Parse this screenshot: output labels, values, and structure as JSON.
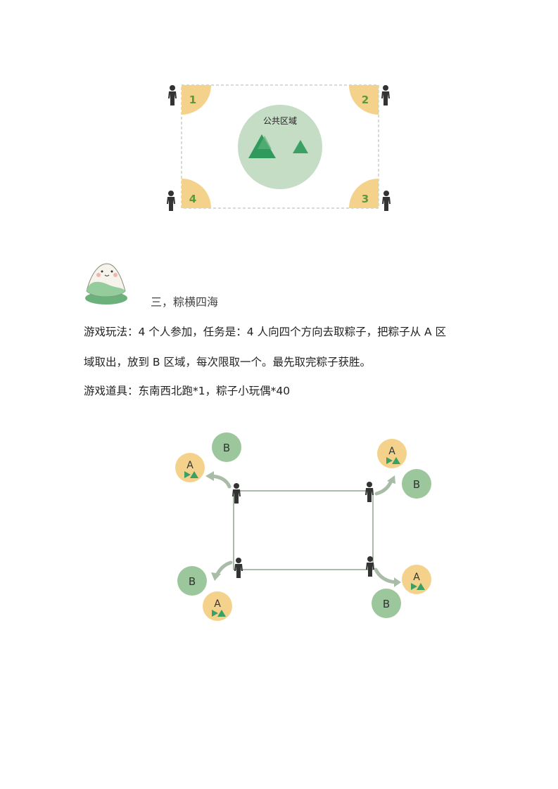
{
  "diagram1": {
    "center_label": "公共区域",
    "corners": [
      "1",
      "2",
      "3",
      "4"
    ],
    "colors": {
      "corner": "#f4d28c",
      "number": "#5a9a3a",
      "center": "#c5dcc5",
      "mountain": "#3aa064",
      "person": "#333333"
    }
  },
  "section": {
    "heading": "三，粽横四海",
    "line1": "游戏玩法：4 个人参加，任务是：4 人向四个方向去取粽子，把粽子从 A 区",
    "line2": "域取出，放到 B 区域，每次限取一个。最先取完粽子获胜。",
    "line3": "游戏道具：东南西北跑*1，粽子小玩偶*40"
  },
  "diagram2": {
    "label_a": "A",
    "label_b": "B",
    "colors": {
      "a": "#f4d28c",
      "b": "#9cc69c",
      "arrow": "#a8bca8",
      "line": "#6f8f6f"
    }
  }
}
